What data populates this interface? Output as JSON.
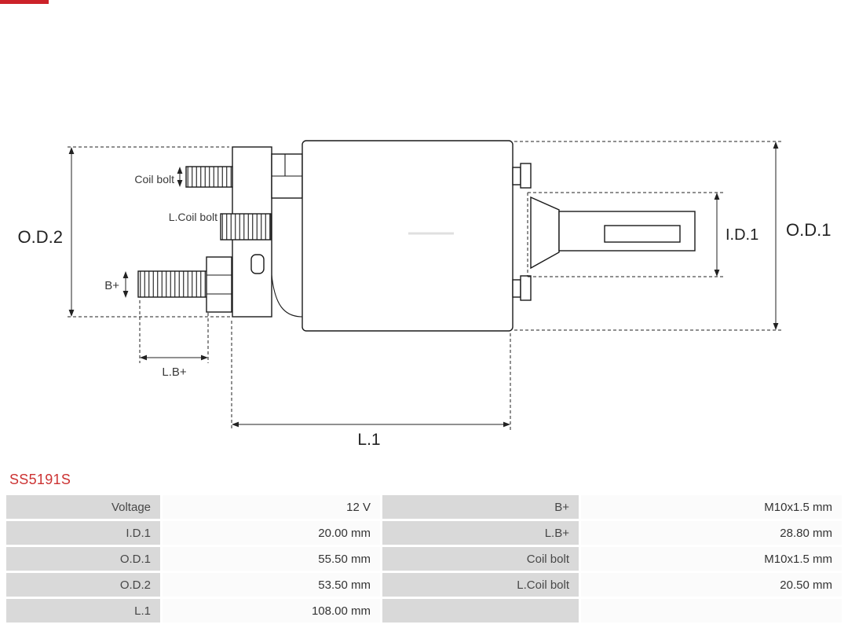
{
  "page": {
    "part_number": "SS5191S"
  },
  "colors": {
    "accent_red": "#cc3333",
    "logo_red": "#cc2229",
    "table_label_bg": "#d9d9d9",
    "table_value_bg": "#fbfbfb",
    "line_color": "#1a1a1a"
  },
  "diagram": {
    "labels": {
      "od2": "O.D.2",
      "od1": "O.D.1",
      "id1": "I.D.1",
      "coil_bolt": "Coil bolt",
      "l_coil_bolt": "L.Coil bolt",
      "b_plus": "B+",
      "l_b_plus": "L.B+",
      "l1": "L.1"
    }
  },
  "table": {
    "rows": [
      {
        "c0": "Voltage",
        "c1": "12 V",
        "c2": "B+",
        "c3": "M10x1.5 mm"
      },
      {
        "c0": "I.D.1",
        "c1": "20.00 mm",
        "c2": "L.B+",
        "c3": "28.80 mm"
      },
      {
        "c0": "O.D.1",
        "c1": "55.50 mm",
        "c2": "Coil bolt",
        "c3": "M10x1.5 mm"
      },
      {
        "c0": "O.D.2",
        "c1": "53.50 mm",
        "c2": "L.Coil bolt",
        "c3": "20.50 mm"
      },
      {
        "c0": "L.1",
        "c1": "108.00 mm",
        "c2": "",
        "c3": ""
      }
    ]
  }
}
